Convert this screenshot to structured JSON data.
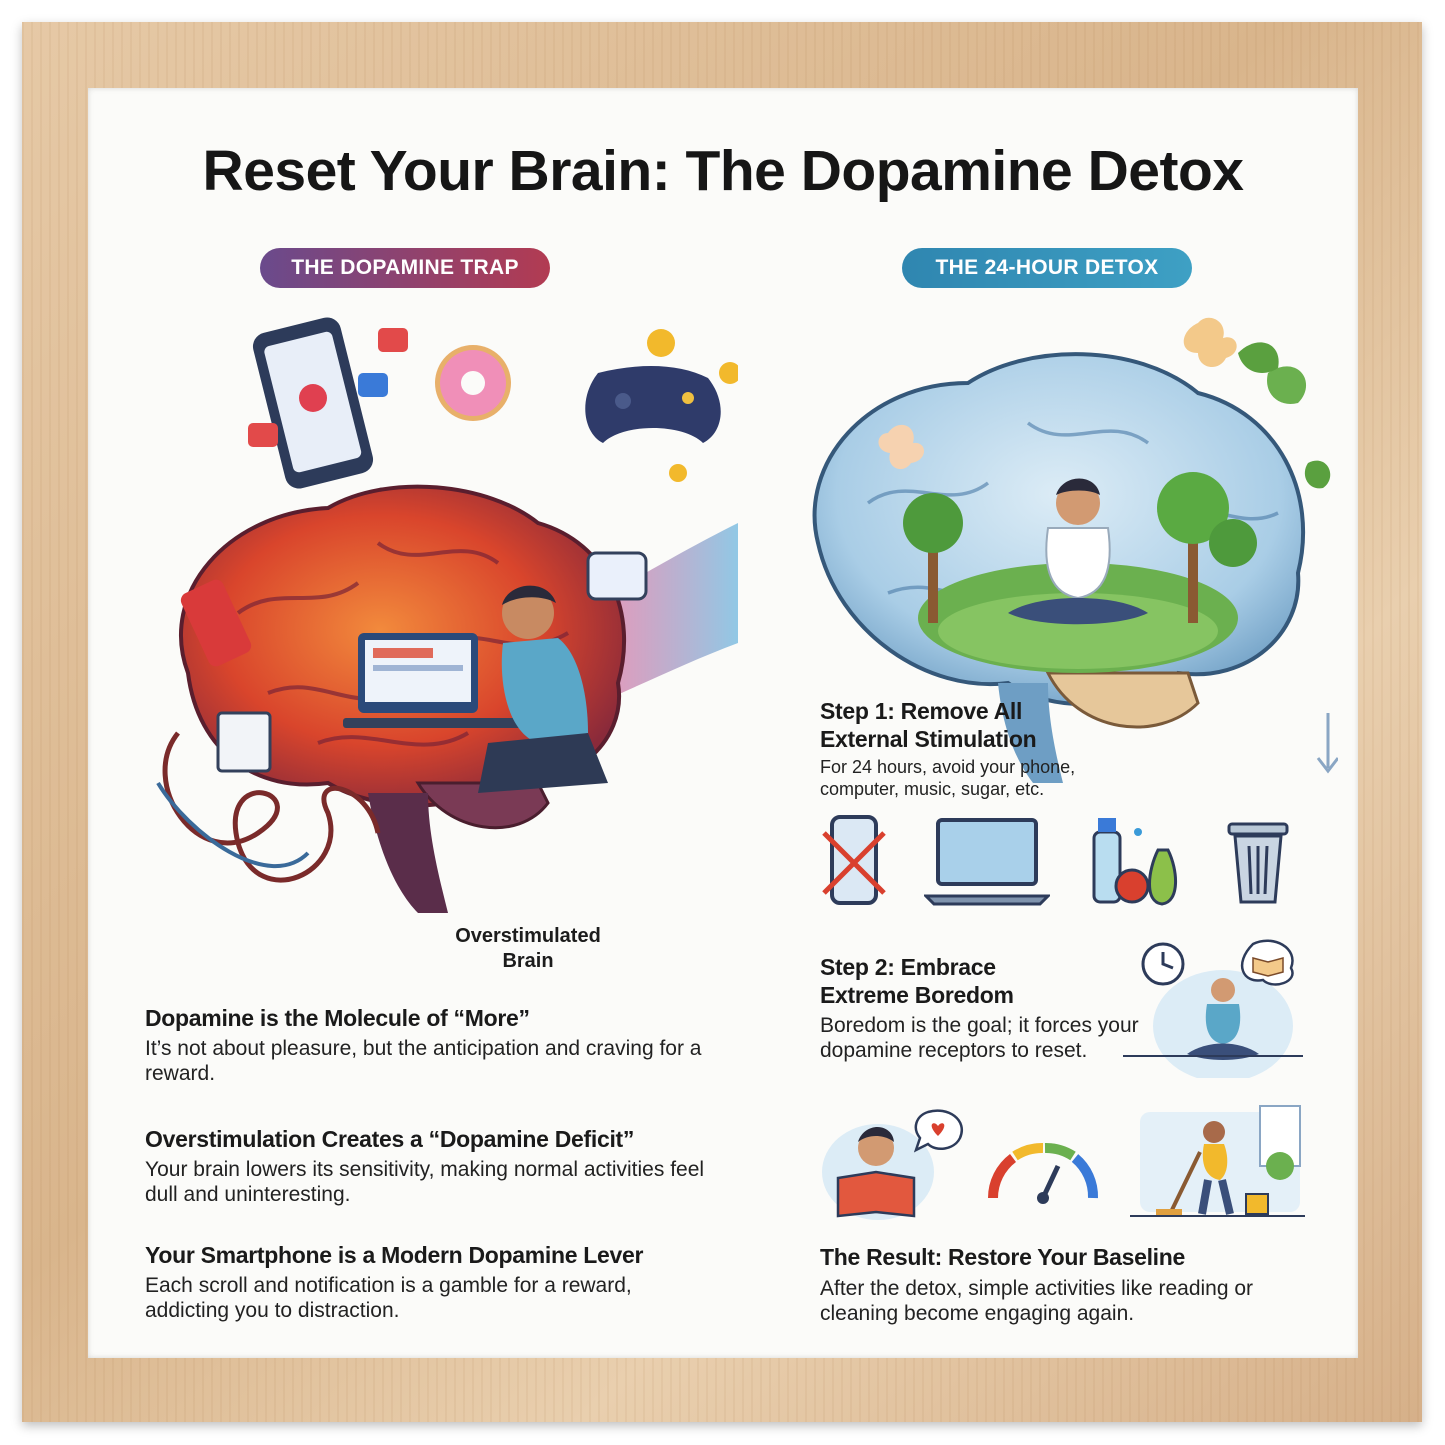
{
  "title": "Reset Your Brain: The Dopamine Detox",
  "left": {
    "tag": "THE DOPAMINE TRAP",
    "caption_line1": "Overstimulated",
    "caption_line2": "Brain",
    "points": [
      {
        "heading": "Dopamine is the Molecule of “More”",
        "body": "It’s not about pleasure, but the anticipation and craving for a reward."
      },
      {
        "heading": "Overstimulation Creates a “Dopamine Deficit”",
        "body": "Your brain lowers its sensitivity, making normal activities feel dull and uninteresting."
      },
      {
        "heading": "Your Smartphone is a Modern Dopamine Lever",
        "body": "Each scroll and notification is a gamble for a reward, addicting you to distraction."
      }
    ]
  },
  "right": {
    "tag": "THE 24-HOUR DETOX",
    "step1": {
      "heading_line1": "Step 1: Remove All",
      "heading_line2": "External Stimulation",
      "body": "For 24 hours, avoid your phone, computer, music, sugar, etc."
    },
    "step2": {
      "heading_line1": "Step 2: Embrace",
      "heading_line2": "Extreme Boredom",
      "body": "Boredom is the goal; it forces your dopamine receptors to reset."
    },
    "result": {
      "heading": "The Result: Restore Your Baseline",
      "body": "After the detox, simple activities like reading or cleaning become engaging again."
    }
  },
  "icons": [
    "phone-crossed-icon",
    "laptop-icon",
    "water-fruit-icon",
    "trash-can-icon",
    "clock-icon",
    "book-thought-icon",
    "reading-person-icon",
    "gauge-icon",
    "cleaning-person-icon"
  ],
  "colors": {
    "trap_start": "#6a4a8c",
    "trap_end": "#b23b52",
    "detox": "#3ea0c4",
    "frame": "#dcbb93"
  }
}
